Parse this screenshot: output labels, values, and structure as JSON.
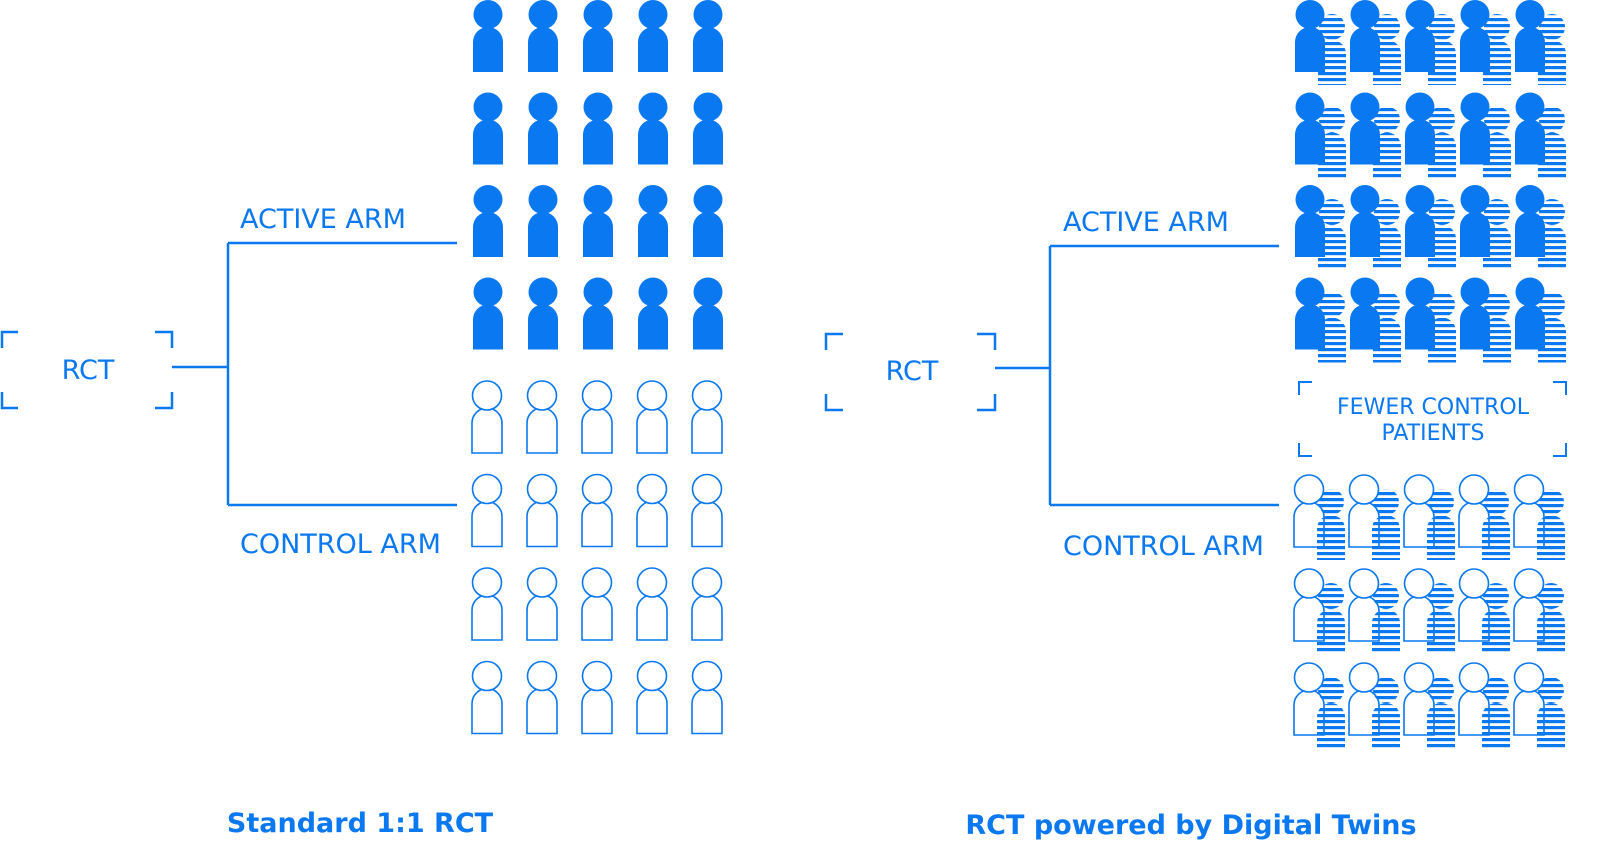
{
  "colors": {
    "accent": "#0a78f0",
    "background": "#ffffff"
  },
  "left_panel": {
    "rct_label": "RCT",
    "active_arm_label": "ACTIVE ARM",
    "control_arm_label": "CONTROL ARM",
    "caption": "Standard 1:1 RCT",
    "active_group": {
      "rows": 4,
      "cols": 5,
      "style": "filled person"
    },
    "control_group": {
      "rows": 4,
      "cols": 5,
      "style": "outlined person"
    }
  },
  "right_panel": {
    "rct_label": "RCT",
    "active_arm_label": "ACTIVE ARM",
    "control_arm_label": "CONTROL ARM",
    "callout_line1": "FEWER CONTROL",
    "callout_line2": "PATIENTS",
    "caption": "RCT powered by Digital Twins",
    "active_group": {
      "rows": 4,
      "cols": 5,
      "style": "filled person with digital twin"
    },
    "control_group": {
      "rows": 3,
      "cols": 5,
      "style": "outlined person with digital twin"
    }
  }
}
